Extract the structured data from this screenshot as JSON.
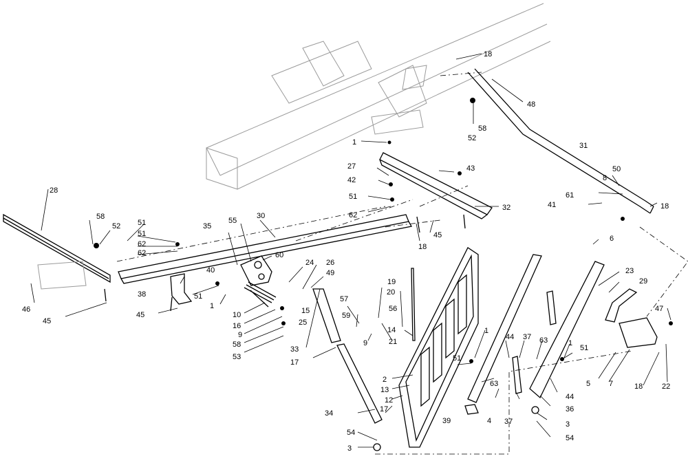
{
  "callouts": [
    {
      "id": "c18a",
      "text": "18"
    },
    {
      "id": "c48",
      "text": "48"
    },
    {
      "id": "c58a",
      "text": "58"
    },
    {
      "id": "c52a",
      "text": "52"
    },
    {
      "id": "c31",
      "text": "31"
    },
    {
      "id": "c50",
      "text": "50"
    },
    {
      "id": "c8",
      "text": "8"
    },
    {
      "id": "c61",
      "text": "61"
    },
    {
      "id": "c41",
      "text": "41"
    },
    {
      "id": "c18b",
      "text": "18"
    },
    {
      "id": "c1a",
      "text": "1"
    },
    {
      "id": "c43",
      "text": "43"
    },
    {
      "id": "c27",
      "text": "27"
    },
    {
      "id": "c42",
      "text": "42"
    },
    {
      "id": "c51a",
      "text": "51"
    },
    {
      "id": "c62a",
      "text": "62"
    },
    {
      "id": "c32",
      "text": "32"
    },
    {
      "id": "c45a",
      "text": "45"
    },
    {
      "id": "c18c",
      "text": "18"
    },
    {
      "id": "c28",
      "text": "28"
    },
    {
      "id": "c58b",
      "text": "58"
    },
    {
      "id": "c52b",
      "text": "52"
    },
    {
      "id": "c51b",
      "text": "51"
    },
    {
      "id": "c51c",
      "text": "51"
    },
    {
      "id": "c62b",
      "text": "62"
    },
    {
      "id": "c62c",
      "text": "62"
    },
    {
      "id": "c55",
      "text": "55"
    },
    {
      "id": "c30",
      "text": "30"
    },
    {
      "id": "c35",
      "text": "35"
    },
    {
      "id": "c60",
      "text": "60"
    },
    {
      "id": "c24",
      "text": "24"
    },
    {
      "id": "c26",
      "text": "26"
    },
    {
      "id": "c49",
      "text": "49"
    },
    {
      "id": "c40",
      "text": "40"
    },
    {
      "id": "c38",
      "text": "38"
    },
    {
      "id": "c51d",
      "text": "51"
    },
    {
      "id": "c1b",
      "text": "1"
    },
    {
      "id": "c15",
      "text": "15"
    },
    {
      "id": "c45b",
      "text": "45"
    },
    {
      "id": "c10",
      "text": "10"
    },
    {
      "id": "c16",
      "text": "16"
    },
    {
      "id": "c9a",
      "text": "9"
    },
    {
      "id": "c25",
      "text": "25"
    },
    {
      "id": "c58c",
      "text": "58"
    },
    {
      "id": "c53",
      "text": "53"
    },
    {
      "id": "c46",
      "text": "46"
    },
    {
      "id": "c45c",
      "text": "45"
    },
    {
      "id": "c33",
      "text": "33"
    },
    {
      "id": "c17a",
      "text": "17"
    },
    {
      "id": "c57",
      "text": "57"
    },
    {
      "id": "c19",
      "text": "19"
    },
    {
      "id": "c20",
      "text": "20"
    },
    {
      "id": "c56",
      "text": "56"
    },
    {
      "id": "c59",
      "text": "59"
    },
    {
      "id": "c9b",
      "text": "9"
    },
    {
      "id": "c21",
      "text": "21"
    },
    {
      "id": "c14",
      "text": "14"
    },
    {
      "id": "c2",
      "text": "2"
    },
    {
      "id": "c13",
      "text": "13"
    },
    {
      "id": "c12",
      "text": "12"
    },
    {
      "id": "c34",
      "text": "34"
    },
    {
      "id": "c17b",
      "text": "17"
    },
    {
      "id": "c54a",
      "text": "54"
    },
    {
      "id": "c3a",
      "text": "3"
    },
    {
      "id": "c1c",
      "text": "1"
    },
    {
      "id": "c51e",
      "text": "51"
    },
    {
      "id": "c63a",
      "text": "63"
    },
    {
      "id": "c39",
      "text": "39"
    },
    {
      "id": "c4",
      "text": "4"
    },
    {
      "id": "c44a",
      "text": "44"
    },
    {
      "id": "c37a",
      "text": "37"
    },
    {
      "id": "c63b",
      "text": "63"
    },
    {
      "id": "c37b",
      "text": "37"
    },
    {
      "id": "c1d",
      "text": "1"
    },
    {
      "id": "c51f",
      "text": "51"
    },
    {
      "id": "c44b",
      "text": "44"
    },
    {
      "id": "c36",
      "text": "36"
    },
    {
      "id": "c3b",
      "text": "3"
    },
    {
      "id": "c54b",
      "text": "54"
    },
    {
      "id": "c6",
      "text": "6"
    },
    {
      "id": "c23",
      "text": "23"
    },
    {
      "id": "c29",
      "text": "29"
    },
    {
      "id": "c47",
      "text": "47"
    },
    {
      "id": "c5",
      "text": "5"
    },
    {
      "id": "c7",
      "text": "7"
    },
    {
      "id": "c18d",
      "text": "18"
    },
    {
      "id": "c22",
      "text": "22"
    }
  ]
}
